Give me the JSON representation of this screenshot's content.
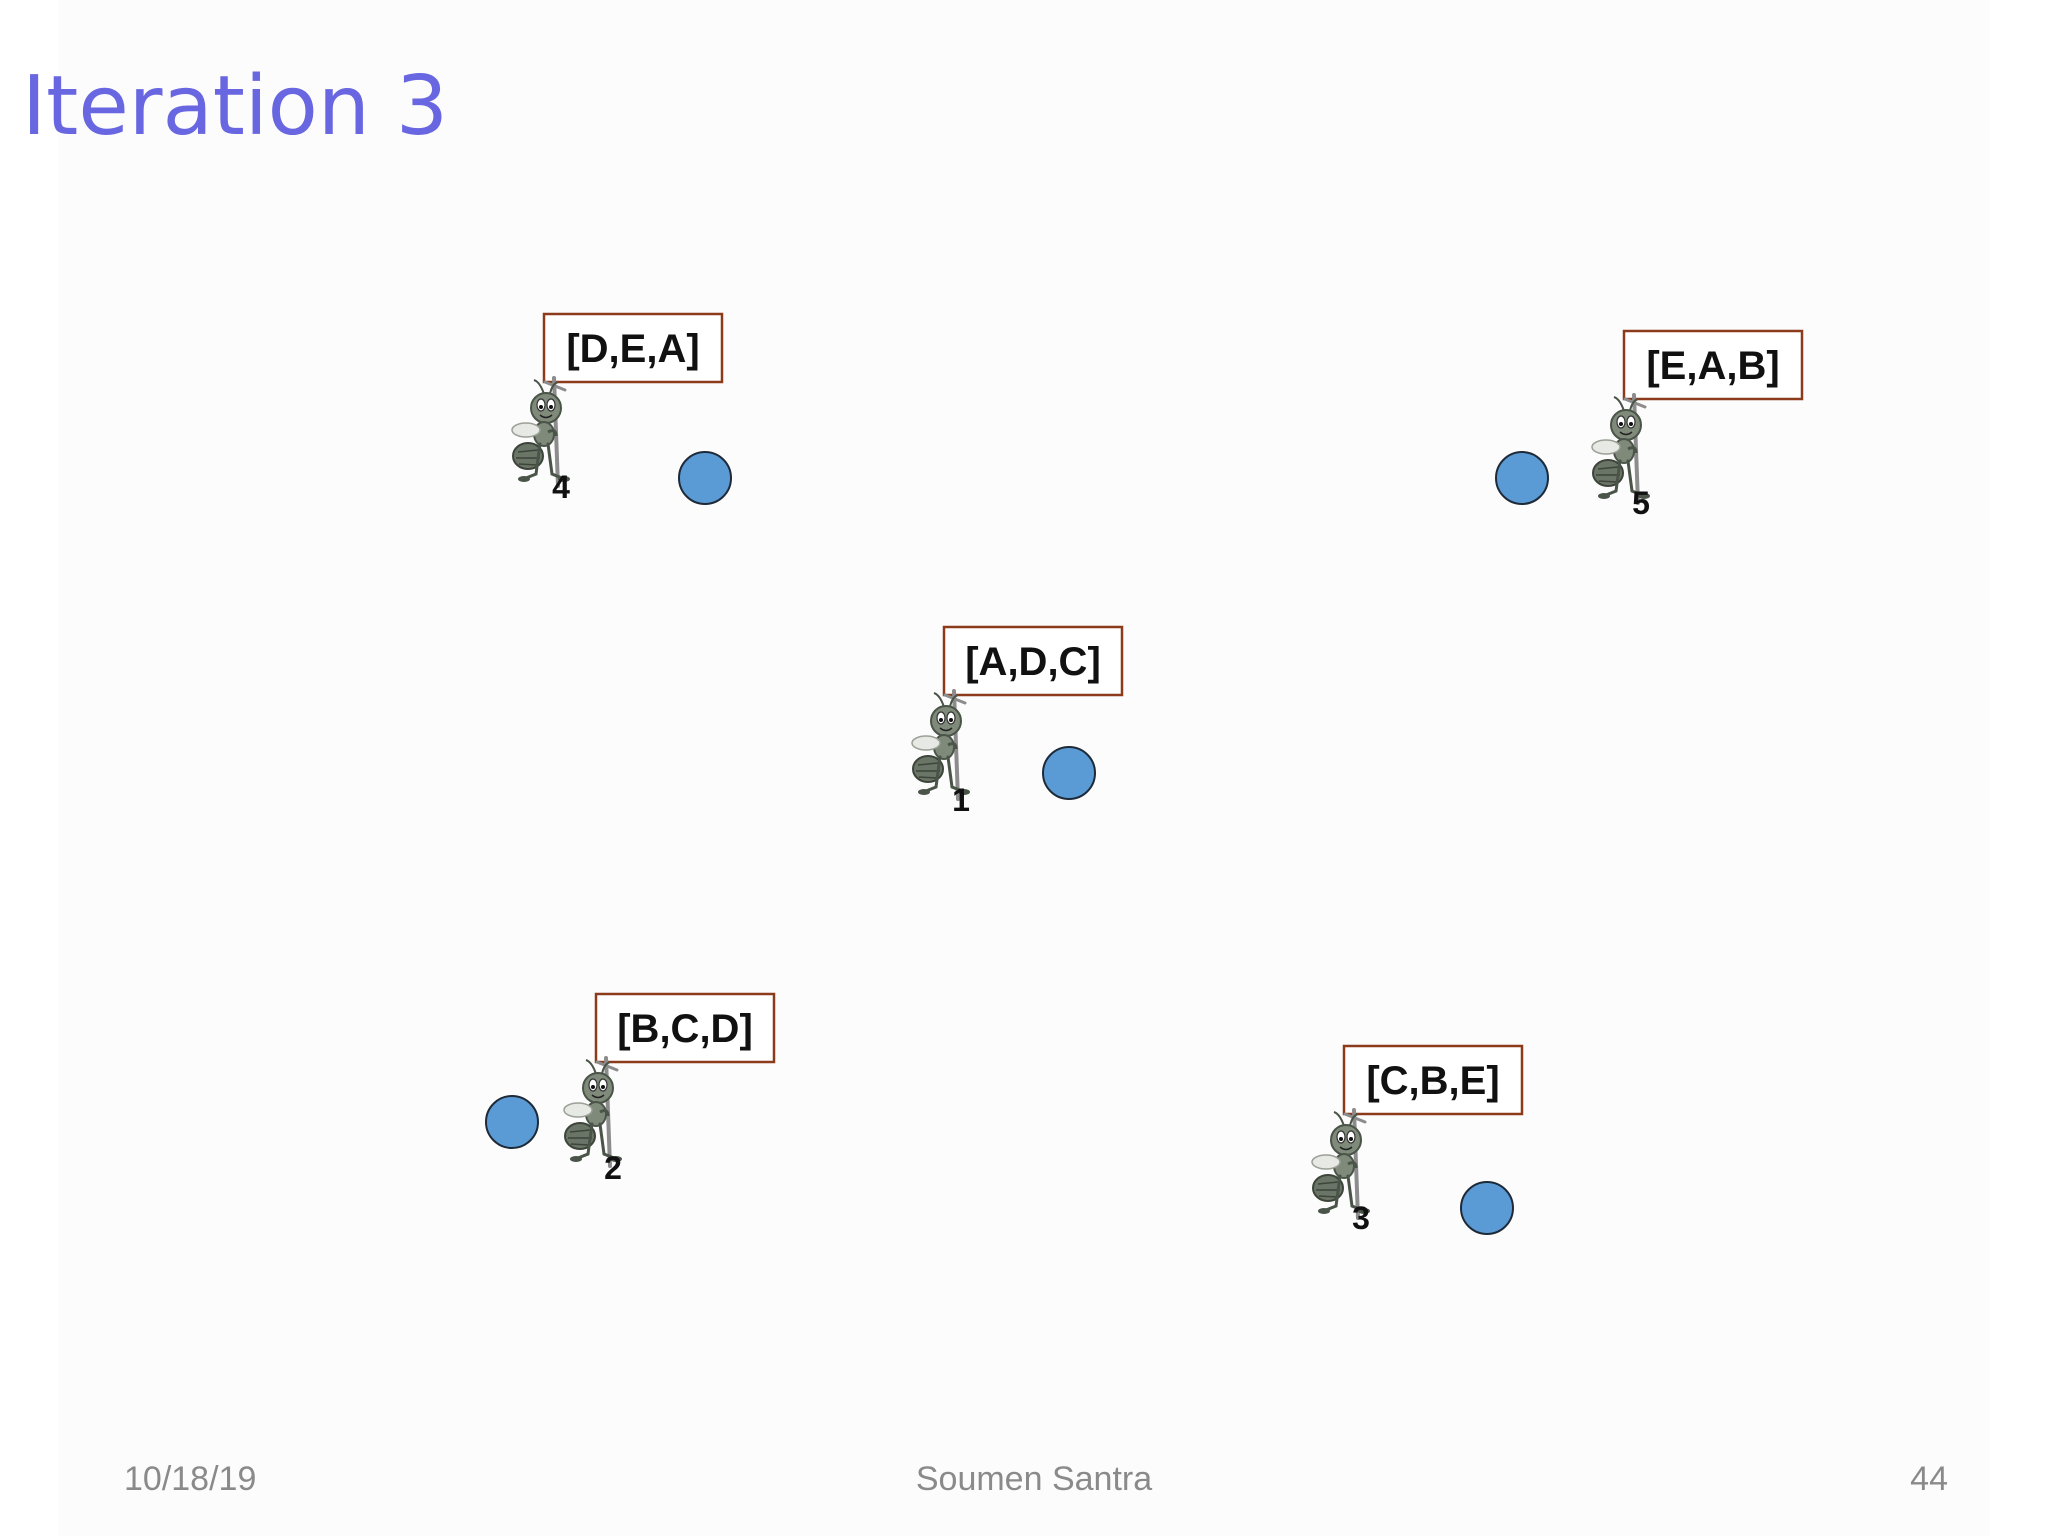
{
  "slide": {
    "title": "Iteration 3",
    "date": "10/18/19",
    "author": "Soumen Santra",
    "page_number": "44"
  },
  "diagram": {
    "colors": {
      "title": "#6866e0",
      "node_fill": "#5b9bd5",
      "node_stroke": "#1e2a38",
      "label_border": "#8b3a1a",
      "label_text": "#111111",
      "ant_body": "#7f8a7a",
      "ant_shadow": "#4a5448",
      "ant_staff": "#8c8c8c",
      "footer_text": "#8a8a8a"
    },
    "ants": [
      {
        "id": "4",
        "tour": "[D,E,A]",
        "icon": "ant-with-staff-icon"
      },
      {
        "id": "5",
        "tour": "[E,A,B]",
        "icon": "ant-with-staff-icon"
      },
      {
        "id": "1",
        "tour": "[A,D,C]",
        "icon": "ant-with-staff-icon"
      },
      {
        "id": "2",
        "tour": "[B,C,D]",
        "icon": "ant-with-staff-icon"
      },
      {
        "id": "3",
        "tour": "[C,B,E]",
        "icon": "ant-with-staff-icon"
      }
    ],
    "node_count": 5
  }
}
